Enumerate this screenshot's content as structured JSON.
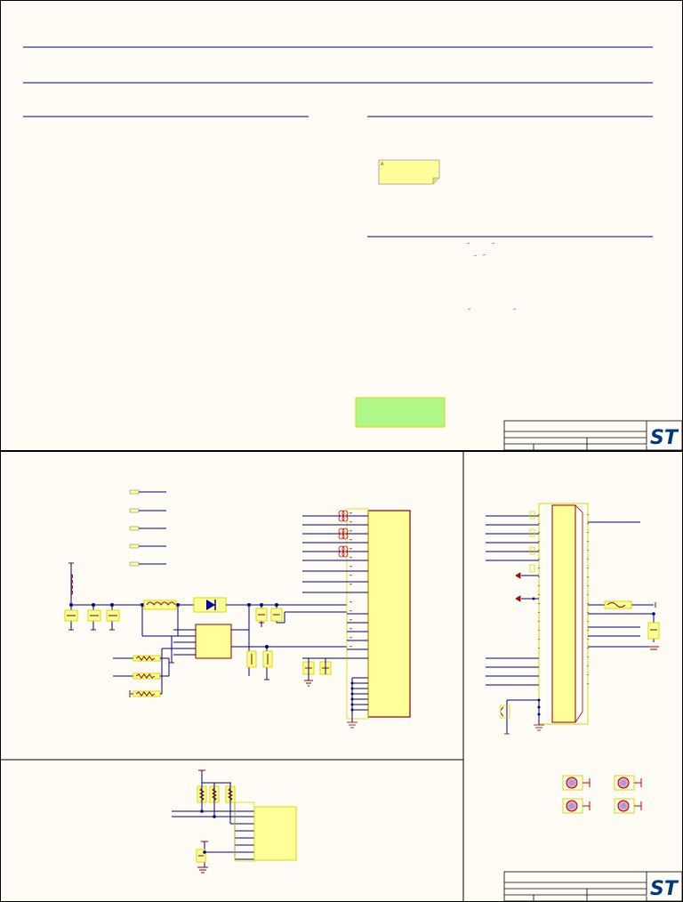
{
  "colors": {
    "background": "#fffcf5",
    "sheet_border": "#000000",
    "wire": "#00007f",
    "component_outline": "#8b0000",
    "component_fill": "#ffffb0",
    "highlight_box": "#ffff99",
    "green_box": "#b0f78a",
    "net_pin": "#cc0000"
  },
  "sheet_top": {
    "note_icon": "note-icon",
    "logo_text": "ST"
  },
  "sheet_bottom": {
    "logo_text": "ST",
    "mounting_holes": 4
  }
}
